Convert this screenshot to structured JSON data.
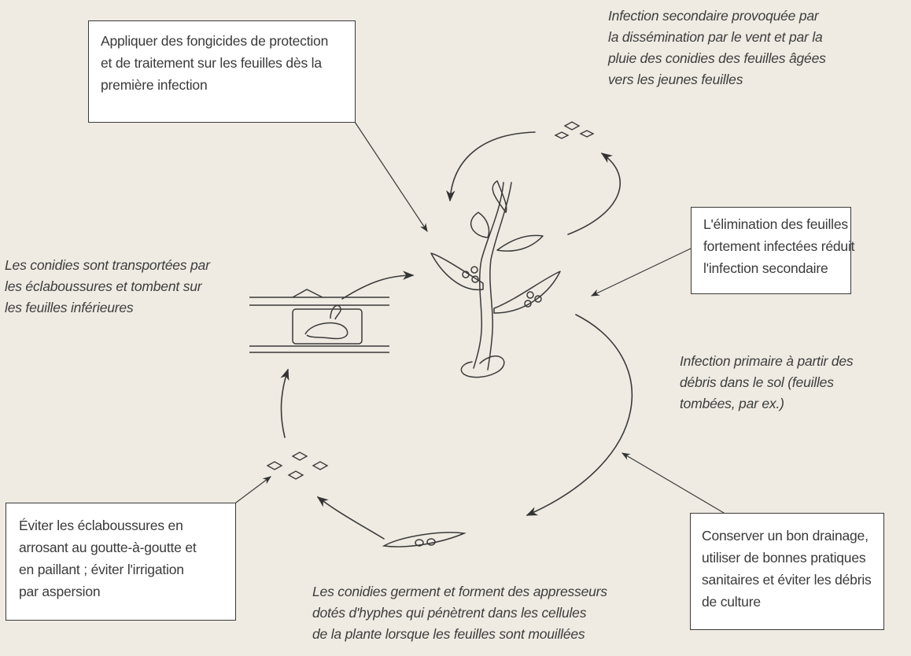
{
  "boxes": {
    "fungicides": {
      "lines": [
        "Appliquer des fongicides de protection",
        "et de traitement sur les feuilles dès la",
        "première infection"
      ]
    },
    "leaf_removal": {
      "lines": [
        "L'élimination des feuilles",
        "fortement infectées réduit",
        "l'infection secondaire"
      ]
    },
    "drainage": {
      "lines": [
        "Conserver un bon drainage,",
        "utiliser de bonnes pratiques",
        "sanitaires et éviter les débris",
        "de culture"
      ]
    },
    "splash": {
      "lines": [
        "Éviter les éclaboussures en",
        "arrosant au goutte-à-goutte et",
        "en paillant ; éviter l'irrigation",
        "par aspersion"
      ]
    }
  },
  "notes": {
    "secondary": {
      "lines": [
        "Infection secondaire provoquée par",
        "la dissémination par le vent et par la",
        "pluie des conidies des feuilles âgées",
        "vers les jeunes feuilles"
      ]
    },
    "conidia_transport": {
      "lines": [
        "Les conidies sont transportées par",
        "les éclaboussures et tombent sur",
        "les feuilles inférieures"
      ]
    },
    "primary": {
      "lines": [
        "Infection primaire à partir des",
        "débris dans le sol (feuilles",
        "tombées, par ex.)"
      ]
    },
    "germination": {
      "lines": [
        "Les conidies germent et forment des appresseurs",
        "dotés d'hyphes qui pénètrent dans les cellules",
        "de la plante lorsque les feuilles sont mouillées"
      ]
    }
  },
  "colors": {
    "background": "#efebe3",
    "box_fill": "#ffffff",
    "ink": "#3a3a3a"
  }
}
